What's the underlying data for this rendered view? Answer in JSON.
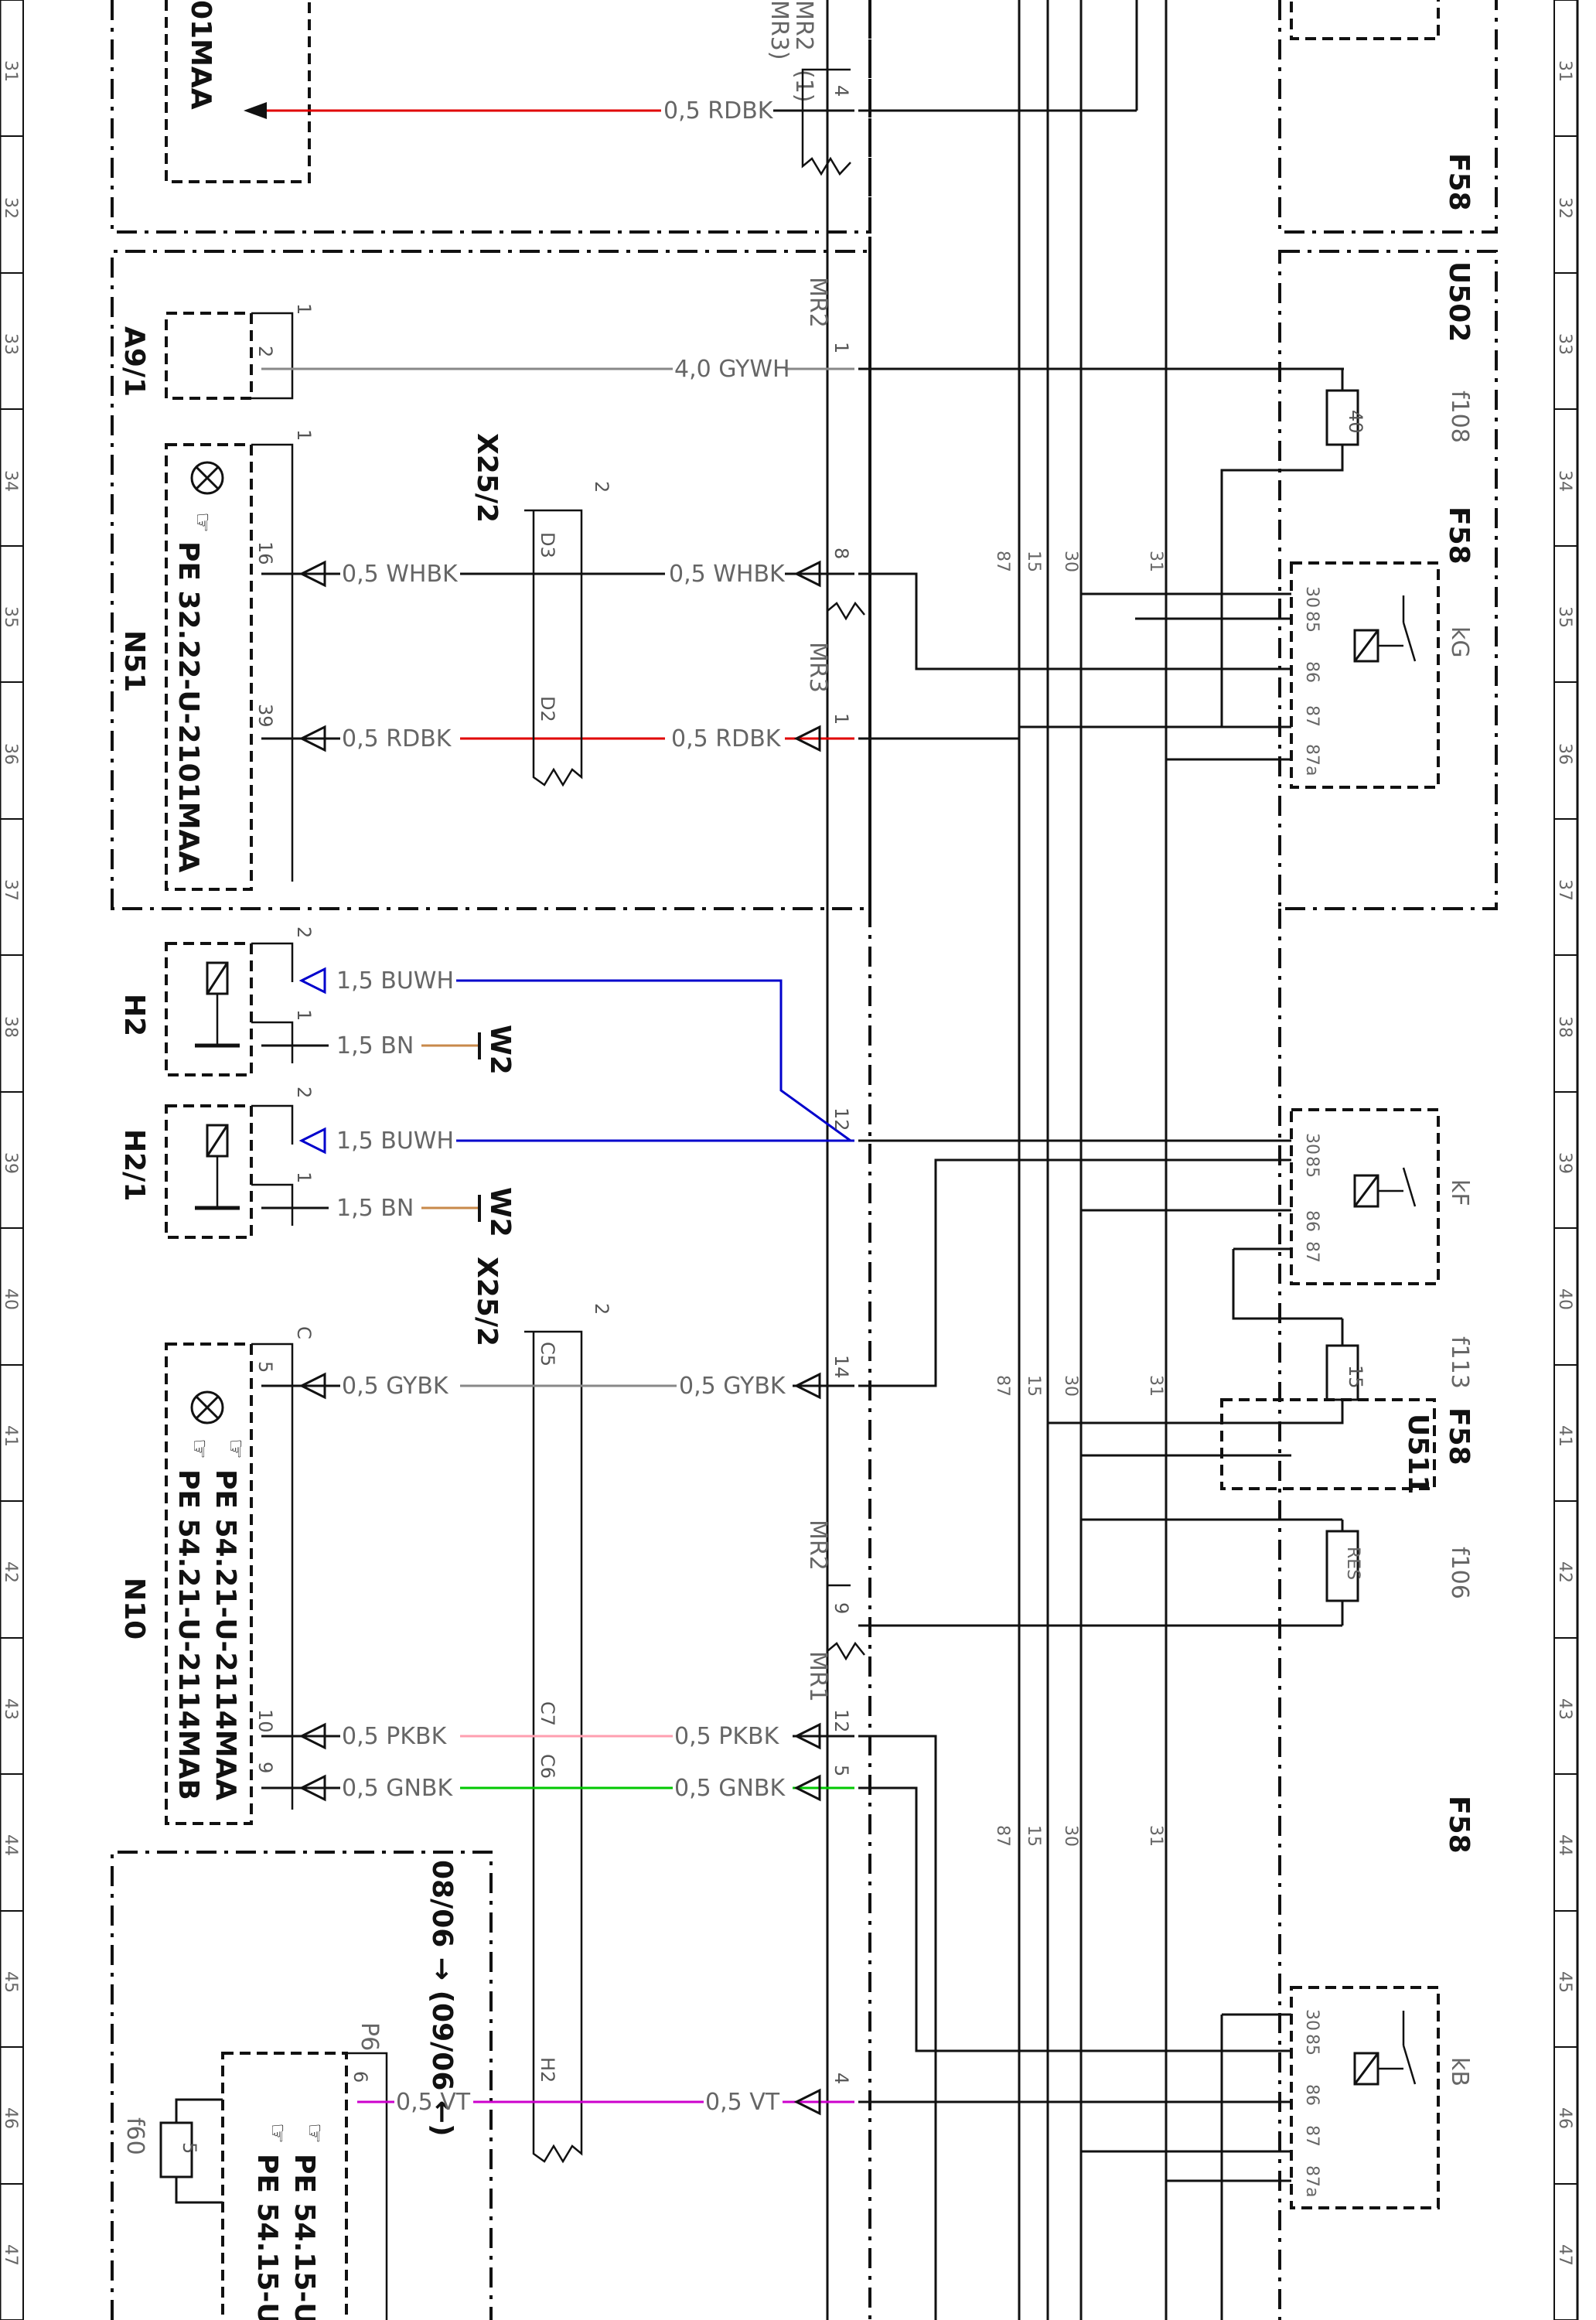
{
  "grid": {
    "left": [
      "31",
      "32",
      "33",
      "34",
      "35",
      "36",
      "37",
      "38",
      "39",
      "40",
      "41",
      "42",
      "43",
      "44",
      "45",
      "46",
      "47"
    ],
    "right": [
      "31",
      "32",
      "33",
      "34",
      "35",
      "36",
      "37",
      "38",
      "39",
      "40",
      "41",
      "42",
      "43",
      "44",
      "45",
      "46",
      "47"
    ]
  },
  "components": {
    "f58_top": "F58",
    "u502": "U502",
    "f108": "f108",
    "f58_mid": "F58",
    "kg": "kG",
    "kf": "kF",
    "f113": "f113",
    "f58_f113": "F58",
    "u511": "U511",
    "f106": "f106",
    "f58_low": "F58",
    "kb": "kB",
    "f60": "f60",
    "a9_1": "A9/1",
    "n51": "N51",
    "n51_pe": "PE 32.22-U-2101MAA",
    "top_module": "01MAA",
    "h2": "H2",
    "h2_1": "H2/1",
    "w2_a": "W2",
    "w2_b": "W2",
    "x25_2_a": "X25/2",
    "x25_2_b": "X25/2",
    "n10": "N10",
    "n10_pe1": "PE 54.21-U-2114MAA",
    "n10_pe2": "PE 54.21-U-2114MAB",
    "p6": "P6",
    "p6_pe1": "PE 54.15-U",
    "p6_pe2": "PE 54.15-U",
    "date_range": "08/06 → (09/06 ←)"
  },
  "connectors": {
    "mr2_top": "MR2",
    "mr2_top_pin": "(1)",
    "mr3_top": "MR3)",
    "mr2_a": "MR2",
    "mr3": "MR3",
    "mr2_b": "MR2",
    "mr1": "MR1"
  },
  "wires": {
    "w_top": "0,5 RDBK",
    "w_gywh": "4,0 GYWH",
    "w_whbk_l": "0,5 WHBK",
    "w_whbk_r": "0,5 WHBK",
    "w_rdbk_l": "0,5 RDBK",
    "w_rdbk_r": "0,5 RDBK",
    "w_buwh_1": "1,5 BUWH",
    "w_bn_1": "1,5 BN",
    "w_buwh_2": "1,5 BUWH",
    "w_bn_2": "1,5 BN",
    "w_gybk_l": "0,5 GYBK",
    "w_gybk_r": "0,5 GYBK",
    "w_pkbk_l": "0,5 PKBK",
    "w_pkbk_r": "0,5 PKBK",
    "w_gnbk_l": "0,5 GNBK",
    "w_gnbk_r": "0,5 GNBK",
    "w_vt_l": "0,5 VT",
    "w_vt_r": "0,5 VT"
  },
  "pins": {
    "p4_top": "4",
    "a9_1": "1",
    "a9_2": "2",
    "mr2_1": "1",
    "n51_1": "1",
    "n51_16": "16",
    "n51_39": "39",
    "x25_2": "2",
    "x25_d3": "D3",
    "x25_d2": "D2",
    "mr2_8": "8",
    "mr3_1": "1",
    "h2_2": "2",
    "h2_1": "1",
    "h21_2": "2",
    "h21_1": "1",
    "pin12": "12",
    "x25_2b": "2",
    "x25_c5": "C5",
    "x25_c7": "C7",
    "x25_c6": "C6",
    "x25_h2": "H2",
    "n10_c": "C",
    "n10_5": "5",
    "n10_10": "10",
    "n10_9": "9",
    "mr_14": "14",
    "mr2_9": "9",
    "mr1_12": "12",
    "mr1_5": "5",
    "p6_6": "6",
    "p_4": "4"
  },
  "bus": {
    "b87": "87",
    "b15": "15",
    "b30": "30",
    "b31": "31"
  },
  "fuses": {
    "f108_val": "40",
    "f113_val": "15",
    "f106_val": "RES",
    "f60_val": "5"
  },
  "relay_pins": {
    "p30": "30",
    "p85": "85",
    "p86": "86",
    "p87": "87",
    "p87a": "87a"
  },
  "colors": {
    "rd": "#e00000",
    "bu": "#0000cc",
    "bn": "#c8894a",
    "pk": "#ff9fb0",
    "gn": "#00c800",
    "vt": "#cc00cc",
    "gy": "#888888"
  }
}
